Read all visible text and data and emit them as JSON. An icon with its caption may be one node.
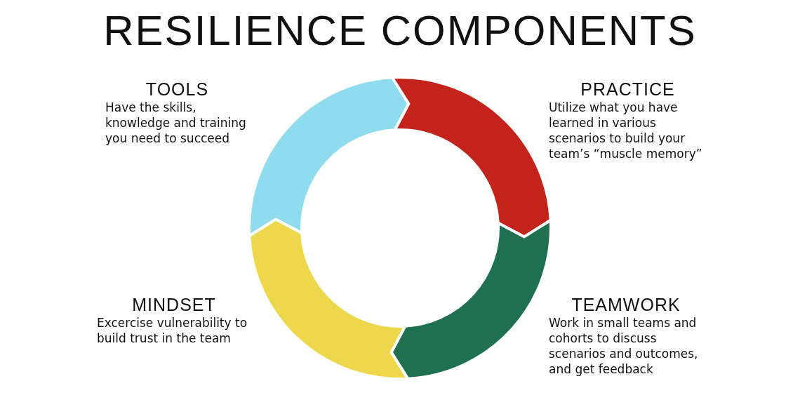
{
  "diagram": {
    "title": "RESILIENCE COMPONENTS",
    "nodes": [
      {
        "text": [
          "TOOLS",
          "Have the skills, knowledge and training you need to succeed"
        ]
      },
      {
        "text": [
          "PRACTICE",
          "Utilize what you have learned in various scenarios to build your team’s “muscle memory”"
        ]
      },
      {
        "text": [
          "MINDSET",
          "Excercise vulnerability to build trust in the team"
        ]
      },
      {
        "text": [
          "TEAMWORK",
          "Work in small teams and cohorts to discuss scenarios and outcomes, and get feedback"
        ]
      }
    ]
  }
}
